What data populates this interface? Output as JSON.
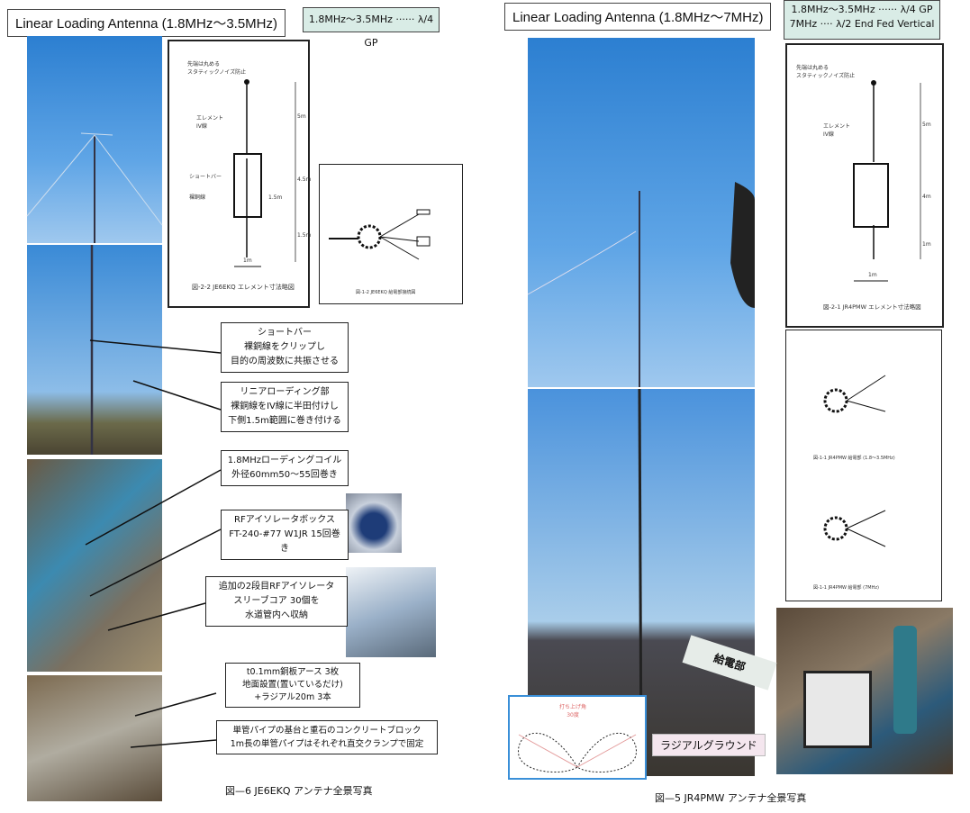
{
  "left": {
    "title": "Linear Loading Antenna (1.8MHz～3.5MHz)",
    "spec": "1.8MHz～3.5MHz ······ λ/4 GP",
    "diagram_caption": "図-2-2 JE6EKQ エレメント寸法略図",
    "diagram_labels": {
      "tip": "先端は丸める\nスタティックノイズ防止",
      "element": "エレメント\nIV線",
      "shortbar": "ショートバー",
      "bare": "裸銅線",
      "d1": "5m",
      "d2": "4.5m",
      "d3": "1.5m",
      "d4": "1.5m",
      "w": "1m"
    },
    "wiring_caption": "図-1-2 JE6EKQ 給電部接続図",
    "callouts": [
      "ショートバー\n裸銅線をクリップし\n目的の周波数に共振させる",
      "リニアローディング部\n裸銅線をIV線に半田付けし\n下側1.5m範囲に巻き付ける",
      "1.8MHzローディングコイル\n外径60mm50～55回巻き",
      "RFアイソレータボックス\nFT-240-#77  W1JR 15回巻き",
      "追加の2段目RFアイソレータ\nスリーブコア 30個を\n水道管内へ収納",
      "t0.1mm銅板アース 3枚\n地面設置(置いているだけ)\n+ラジアル20m 3本",
      "単管パイプの基台と重石のコンクリートブロック\n1m長の単管パイプはそれぞれ直交クランプで固定"
    ],
    "figure_caption": "図—6  JE6EKQ アンテナ全景写真"
  },
  "right": {
    "title": "Linear Loading Antenna (1.8MHz～7MHz)",
    "spec_lines": [
      "1.8MHz～3.5MHz ······ λ/4 GP",
      "7MHz ···· λ/2 End Fed Vertical"
    ],
    "diagram_caption": "図-2-1 JR4PMW エレメント寸法略図",
    "diagram_labels": {
      "tip": "先端は丸める\nスタティックノイズ防止",
      "element": "エレメント\nIV線",
      "d1": "5m",
      "d2": "4m",
      "d3": "1m",
      "w": "1m"
    },
    "wiring_caption_1": "図-1-1 JR4PMW 給電部 (1.8～3.5MHz)",
    "wiring_caption_2": "図-1-1 JR4PMW 給電部 (7MHz)",
    "feed_label": "給電部",
    "radial_label": "ラジアルグラウンド",
    "pattern_label": "打ち上げ角\n30度",
    "figure_caption": "図—5  JR4PMW アンテナ全景写真"
  }
}
